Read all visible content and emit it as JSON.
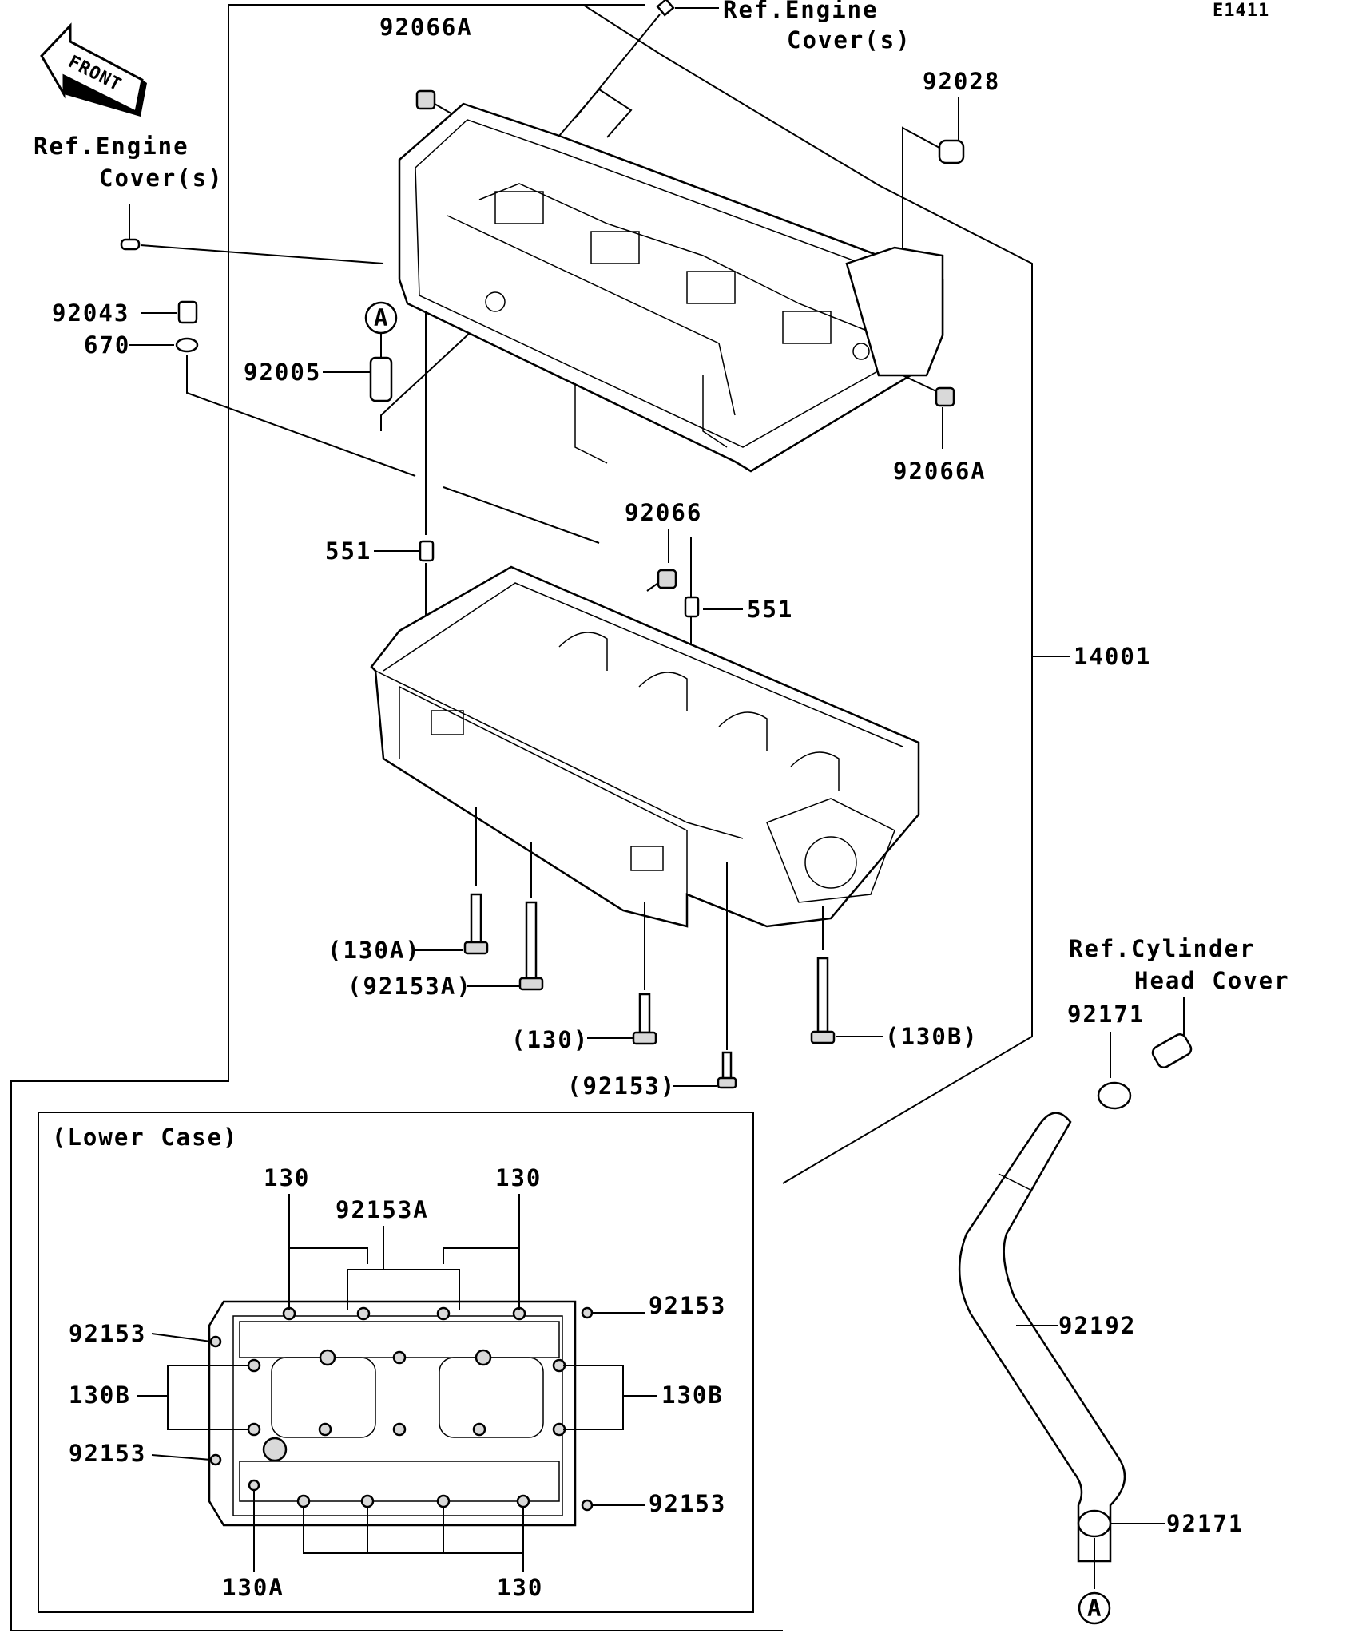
{
  "code": "E1411",
  "front": "FRONT",
  "labels": {
    "ref_engine_cover_top_1": "Ref.Engine",
    "ref_engine_cover_top_2": "Cover(s)",
    "ref_engine_cover_left_1": "Ref.Engine",
    "ref_engine_cover_left_2": "Cover(s)",
    "ref_cyl_head_1": "Ref.Cylinder",
    "ref_cyl_head_2": "Head Cover",
    "p92066A_top": "92066A",
    "p92028": "92028",
    "p92043": "92043",
    "p670": "670",
    "p92005": "92005",
    "p92066A_right": "92066A",
    "p92066": "92066",
    "p551_left": "551",
    "p551_right": "551",
    "p14001": "14001",
    "p130A": "(130A)",
    "p92153A": "(92153A)",
    "p130": "(130)",
    "p130B": "(130B)",
    "p92153": "(92153)",
    "p92171_top": "92171",
    "p92192": "92192",
    "p92171_bottom": "92171",
    "marker_a": "A",
    "marker_a2": "A"
  },
  "lower_case": {
    "title": "(Lower Case)",
    "l130_tl": "130",
    "l130_tr": "130",
    "l92153A": "92153A",
    "l92153_tr": "92153",
    "l92153_ml": "92153",
    "l130B_l": "130B",
    "l130B_r": "130B",
    "l92153_bl": "92153",
    "l92153_br": "92153",
    "l130A": "130A",
    "l130_b": "130"
  }
}
